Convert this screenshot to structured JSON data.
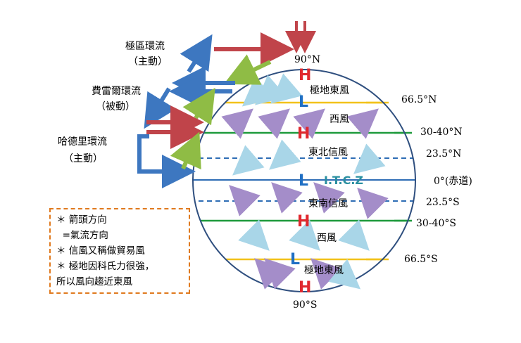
{
  "latitude_labels": {
    "n90": "90°N",
    "n66": "66.5°N",
    "n30": "30-40°N",
    "n23": "23.5°N",
    "eq": "0°(赤道)",
    "s23": "23.5°S",
    "s30": "30-40°S",
    "s66": "66.5°S",
    "s90": "90°S"
  },
  "pressure": {
    "high": "H",
    "low": "L"
  },
  "itcz": "I.T.C.Z",
  "wind_zones": {
    "polar_east_n": "極地東風",
    "westerlies_n": "西風",
    "ne_trades": "東北信風",
    "se_trades": "東南信風",
    "westerlies_s": "西風",
    "polar_east_s": "極地東風"
  },
  "cells": {
    "polar": {
      "name": "極區環流",
      "note": "（主動）"
    },
    "ferrel": {
      "name": "費雷爾環流",
      "note": "（被動）"
    },
    "hadley": {
      "name": "哈德里環流",
      "note": "（主動）"
    }
  },
  "notes": [
    "＊ 箭頭方向",
    "  =氣流方向",
    "＊ 信風又稱做貿易風",
    "＊ 極地因科氏力很強，",
    "所以風向趨近東風"
  ],
  "colors": {
    "globe_outline": "#2f4f7f",
    "polar_line": "#f2c21a",
    "high_line": "#1e9a3c",
    "tropic_line": "#2e6db5",
    "equator_line": "#2e6db5",
    "high_mark": "#e0282e",
    "low_mark": "#1f6fc4",
    "itcz_text": "#2a8fa0",
    "arrow_red": "#c0444a",
    "arrow_blue": "#3d77c0",
    "arrow_green": "#8fbc45",
    "wind_purple": "#a48dc9",
    "wind_lightblue": "#a9d6e8",
    "notes_border": "#e07a1f"
  }
}
